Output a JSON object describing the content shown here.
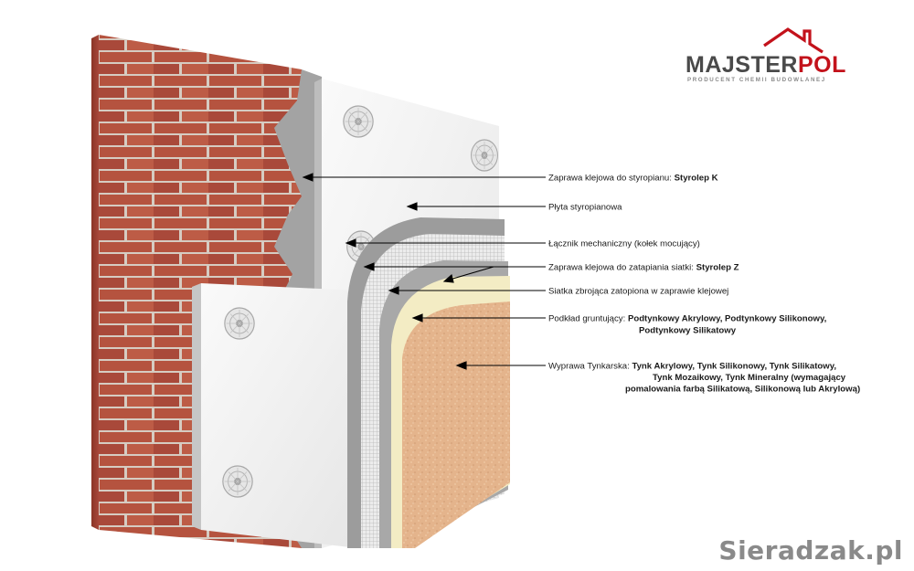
{
  "brand": {
    "name_part1": "MAJSTER",
    "name_part2": "POL",
    "tagline": "PRODUCENT CHEMII BUDOWLANEJ",
    "colors": {
      "dark": "#4a4a4a",
      "accent": "#c3121b"
    }
  },
  "watermark": "Sieradzak.pl",
  "labels": {
    "adhesive_prefix": "Zaprawa klejowa do styropianu: ",
    "adhesive_product": "Styrolep K",
    "board": "Płyta styropianowa",
    "anchor": "Łącznik mechaniczny (kołek mocujący)",
    "mesh_adhesive_prefix": "Zaprawa klejowa do zatapiania siatki: ",
    "mesh_adhesive_product": "Styrolep Z",
    "mesh": "Siatka zbrojąca zatopiona w zaprawie klejowej",
    "primer_prefix": "Podkład gruntujący: ",
    "primer_products_1": "Podtynkowy Akrylowy, Podtynkowy Silikonowy,",
    "primer_products_2": "Podtynkowy Silikatowy",
    "plaster_prefix": "Wyprawa Tynkarska: ",
    "plaster_products_1": "Tynk Akrylowy, Tynk Silikonowy, Tynk Silikatowy,",
    "plaster_products_2": "Tynk Mozaikowy, Tynk Mineralny (wymagający",
    "plaster_products_3": "pomalowania farbą Silikatową, Silikonową lub Akrylową)"
  },
  "colors": {
    "brick": "#b5533f",
    "mortar": "#d9cfc6",
    "adhesive": "#9e9e9e",
    "eps": "#f2f2f2",
    "primer": "#f3ecc4",
    "plaster": "#e4b48c"
  }
}
